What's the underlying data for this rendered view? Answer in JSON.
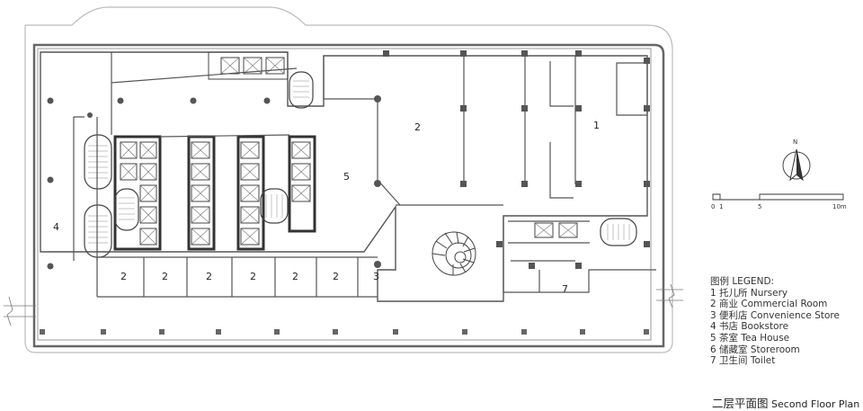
{
  "room_labels": [
    {
      "num": "1"
    },
    {
      "num": "2"
    },
    {
      "num": "2"
    },
    {
      "num": "2"
    },
    {
      "num": "2"
    },
    {
      "num": "2"
    },
    {
      "num": "2"
    },
    {
      "num": "2"
    },
    {
      "num": "3"
    },
    {
      "num": "4"
    },
    {
      "num": "5"
    },
    {
      "num": "7"
    }
  ],
  "north": {
    "label": "N"
  },
  "scale": {
    "ticks": [
      "0",
      "1",
      "5",
      "10m"
    ]
  },
  "legend": {
    "title": "图例 LEGEND:",
    "items": [
      "1 托儿所 Nursery",
      "2 商业 Commercial Room",
      "3 便利店 Convenience Store",
      "4 书店 Bookstore",
      "5 茶室 Tea House",
      "6 储藏室 Storeroom",
      "7 卫生间 Toilet"
    ]
  },
  "caption": {
    "zh": "二层平面图",
    "en": "Second Floor Plan"
  }
}
